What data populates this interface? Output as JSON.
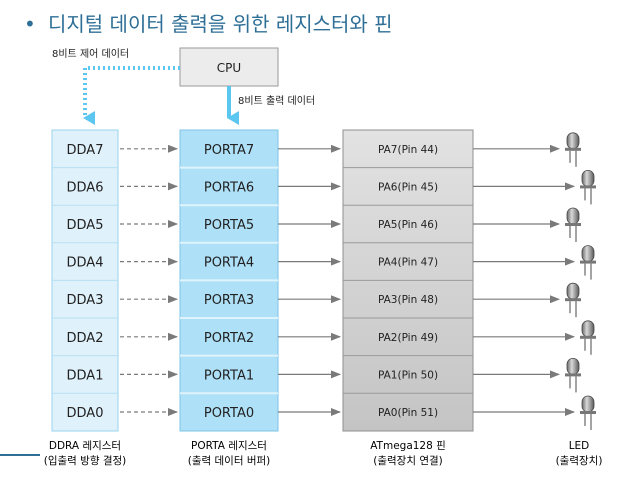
{
  "title": "디지털 데이터 출력을 위한 레지스터와 핀",
  "bullet": "•",
  "cpu": {
    "label": "CPU"
  },
  "control_label": "8비트 제어 데이터",
  "output_label": "8비트 출력 데이터",
  "ddr_cells": [
    "DDA7",
    "DDA6",
    "DDA5",
    "DDA4",
    "DDA3",
    "DDA2",
    "DDA1",
    "DDA0"
  ],
  "port_cells": [
    "PORTA7",
    "PORTA6",
    "PORTA5",
    "PORTA4",
    "PORTA3",
    "PORTA2",
    "PORTA1",
    "PORTA0"
  ],
  "pin_cells": [
    "PA7(Pin 44)",
    "PA6(Pin 45)",
    "PA5(Pin 46)",
    "PA4(Pin 47)",
    "PA3(Pin 48)",
    "PA2(Pin 49)",
    "PA1(Pin 50)",
    "PA0(Pin 51)"
  ],
  "captions": {
    "ddr": [
      "DDRA 레지스터",
      "(입출력 방향 결정)"
    ],
    "port": [
      "PORTA 레지스터",
      "(출력 데이터 버퍼)"
    ],
    "pin": [
      "ATmega128 핀",
      "(출력장치 연결)"
    ],
    "led": [
      "LED",
      "(출력장치)"
    ]
  },
  "colors": {
    "title": "#2f6f97",
    "ddr_fill": "#dff1fb",
    "port_fill": "#aee0f7",
    "pin_fill": "#d3d3d3",
    "accent": "#5bc6f0",
    "arrow": "#7a7a7a"
  }
}
